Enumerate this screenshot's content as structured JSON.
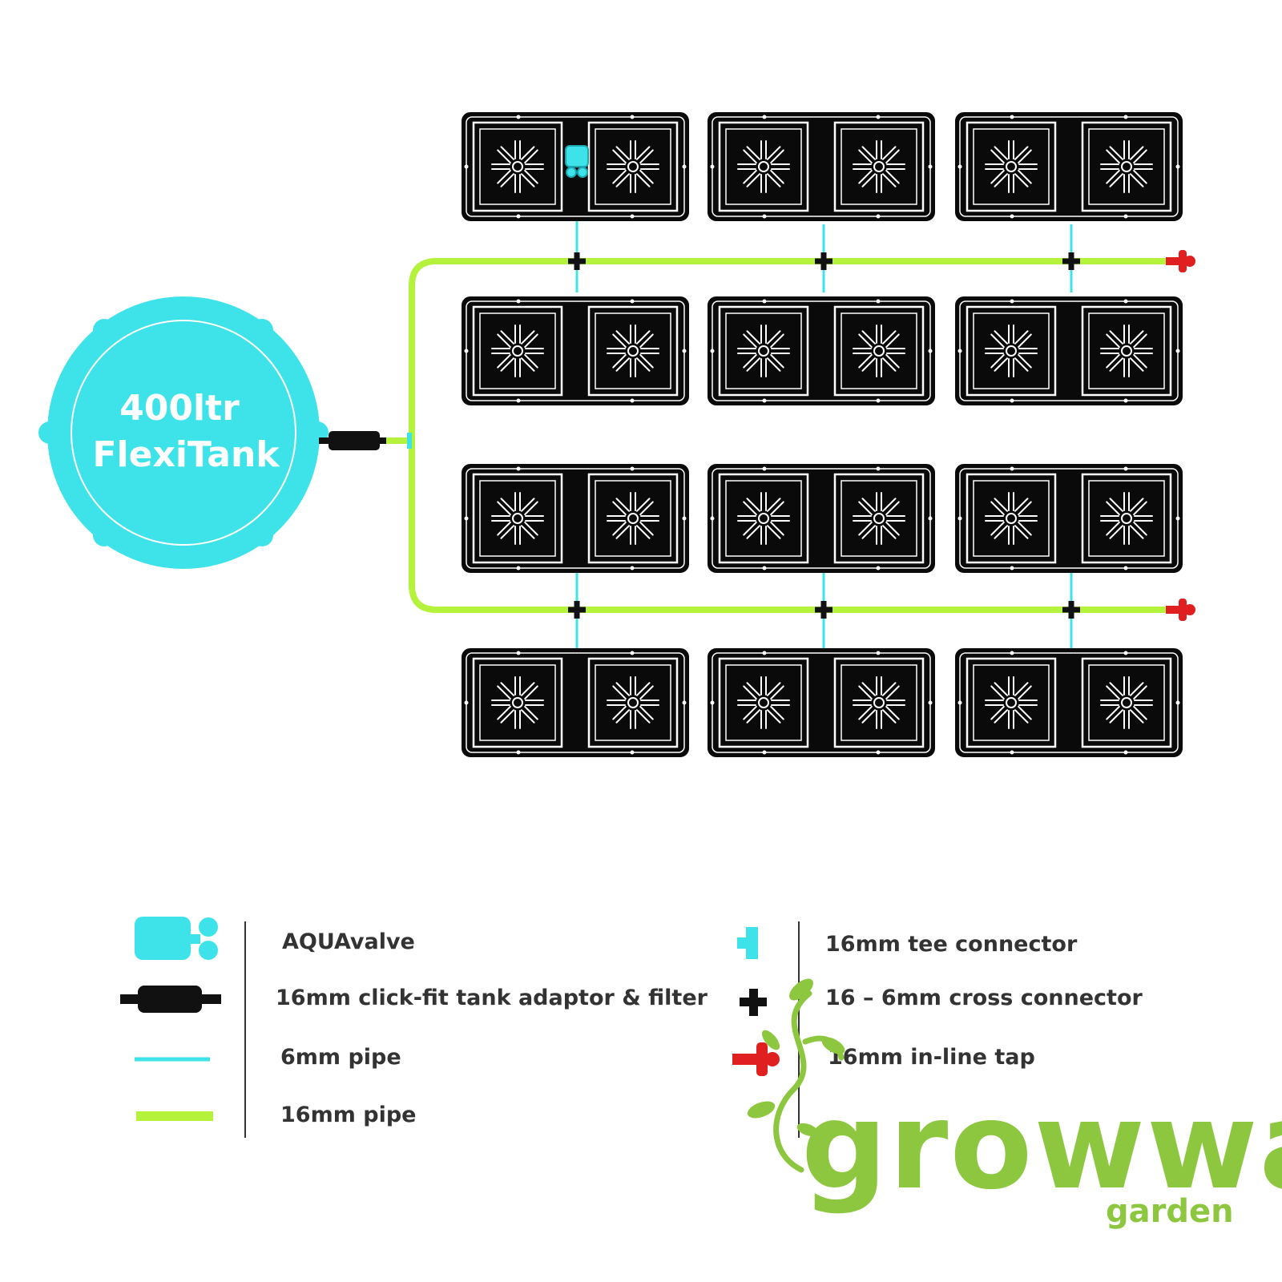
{
  "tank": {
    "line1": "400ltr",
    "line2": "FlexiTank"
  },
  "legend": {
    "aquavalve": "AQUAvalve",
    "adaptor": "16mm click-fit tank adaptor & filter",
    "pipe_6mm": "6mm pipe",
    "pipe_16mm": "16mm pipe",
    "tee": "16mm tee connector",
    "cross": "16 – 6mm cross connector",
    "tap": "16mm in-line tap"
  },
  "logo": {
    "name": "growway",
    "sub": "garden"
  },
  "colors": {
    "tank": "#3ee3ea",
    "pipe_6mm": "#3ee3ea",
    "pipe_16mm": "#b5f23c",
    "tap": "#e02020",
    "cross": "#111111",
    "pot": "#0a0a0a",
    "logo": "#8dc63f"
  },
  "icons": {
    "tray": "grow-tray-icon",
    "aquavalve": "aquavalve-icon",
    "cross": "cross-connector-icon",
    "tee": "tee-connector-icon",
    "tap": "inline-tap-icon",
    "adaptor": "tank-adaptor-icon",
    "leaf": "leaf-icon"
  }
}
